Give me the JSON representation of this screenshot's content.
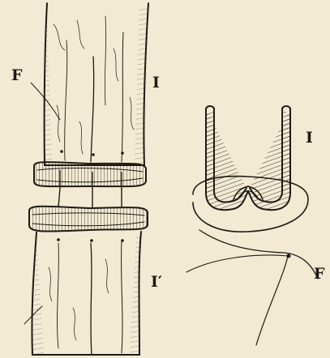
{
  "labels": {
    "left_f": "F",
    "left_upper": "I",
    "left_lower": "I′",
    "right_upper": "I",
    "right_f": "F"
  },
  "colors": {
    "paper": "#f3ead3",
    "ink": "#1e1a14"
  }
}
